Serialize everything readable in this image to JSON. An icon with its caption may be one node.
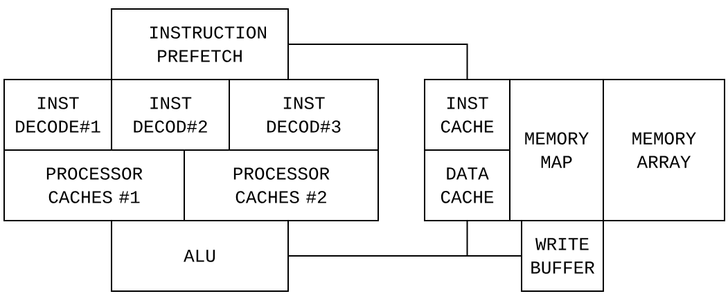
{
  "diagram": {
    "nodes": [
      {
        "text": [
          "INSTRUCTION PREFETCH"
        ]
      },
      {
        "text": [
          "INST DECODE#1"
        ]
      },
      {
        "text": [
          "INST DECOD#2"
        ]
      },
      {
        "text": [
          "INST DECOD#3"
        ]
      },
      {
        "text": [
          "PROCESSOR CACHES #1"
        ]
      },
      {
        "text": [
          "PROCESSOR CACHES #2"
        ]
      },
      {
        "text": [
          "ALU"
        ]
      },
      {
        "text": [
          "INST CACHE"
        ]
      },
      {
        "text": [
          "MEMORY MAP"
        ]
      },
      {
        "text": [
          "MEMORY ARRAY"
        ]
      },
      {
        "text": [
          "DATA CACHE"
        ]
      },
      {
        "text": [
          "WRITE BUFFER"
        ]
      }
    ],
    "edges": [
      {
        "from": 0,
        "to": 7,
        "arrow": "none"
      },
      {
        "from": 6,
        "to": 11,
        "arrow": "none"
      },
      {
        "from": 10,
        "to": 11,
        "arrow": "none"
      }
    ]
  }
}
